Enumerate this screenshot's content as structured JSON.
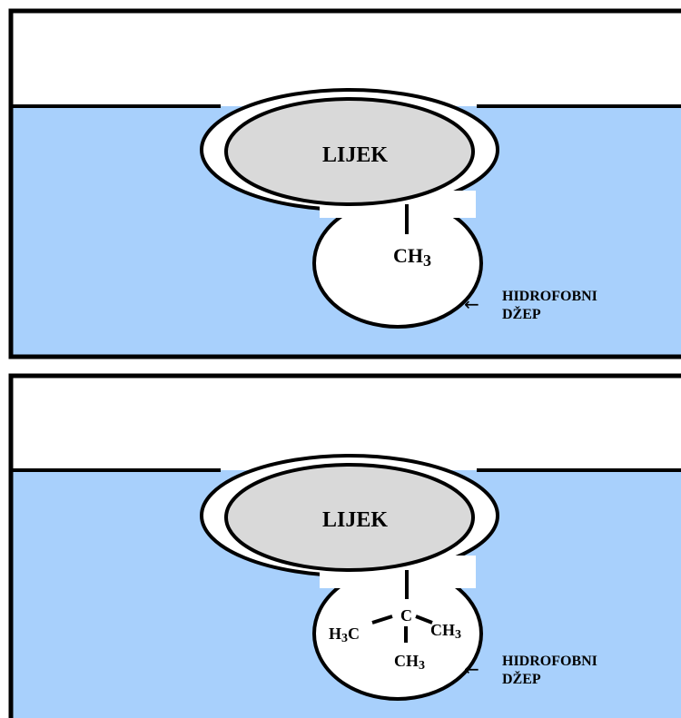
{
  "panels": [
    {
      "drug_label": "LIJEK",
      "substituent": {
        "formula": "CH",
        "subscript": "3"
      },
      "pocket_label_line1": "HIDROFOBNI",
      "pocket_label_line2": "DŽEP",
      "arrow": "←"
    },
    {
      "drug_label": "LIJEK",
      "substituent": {
        "center": "C",
        "left": "H",
        "left_sub": "3",
        "left_tail": "C",
        "right": "CH",
        "right_sub": "3",
        "bottom": "CH",
        "bottom_sub": "3"
      },
      "pocket_label_line1": "HIDROFOBNI",
      "pocket_label_line2": "DŽEP",
      "arrow": "←"
    }
  ],
  "colors": {
    "water": "#a8d0fc",
    "drug": "#d9d9d9",
    "outline": "#000000",
    "background": "#ffffff"
  }
}
